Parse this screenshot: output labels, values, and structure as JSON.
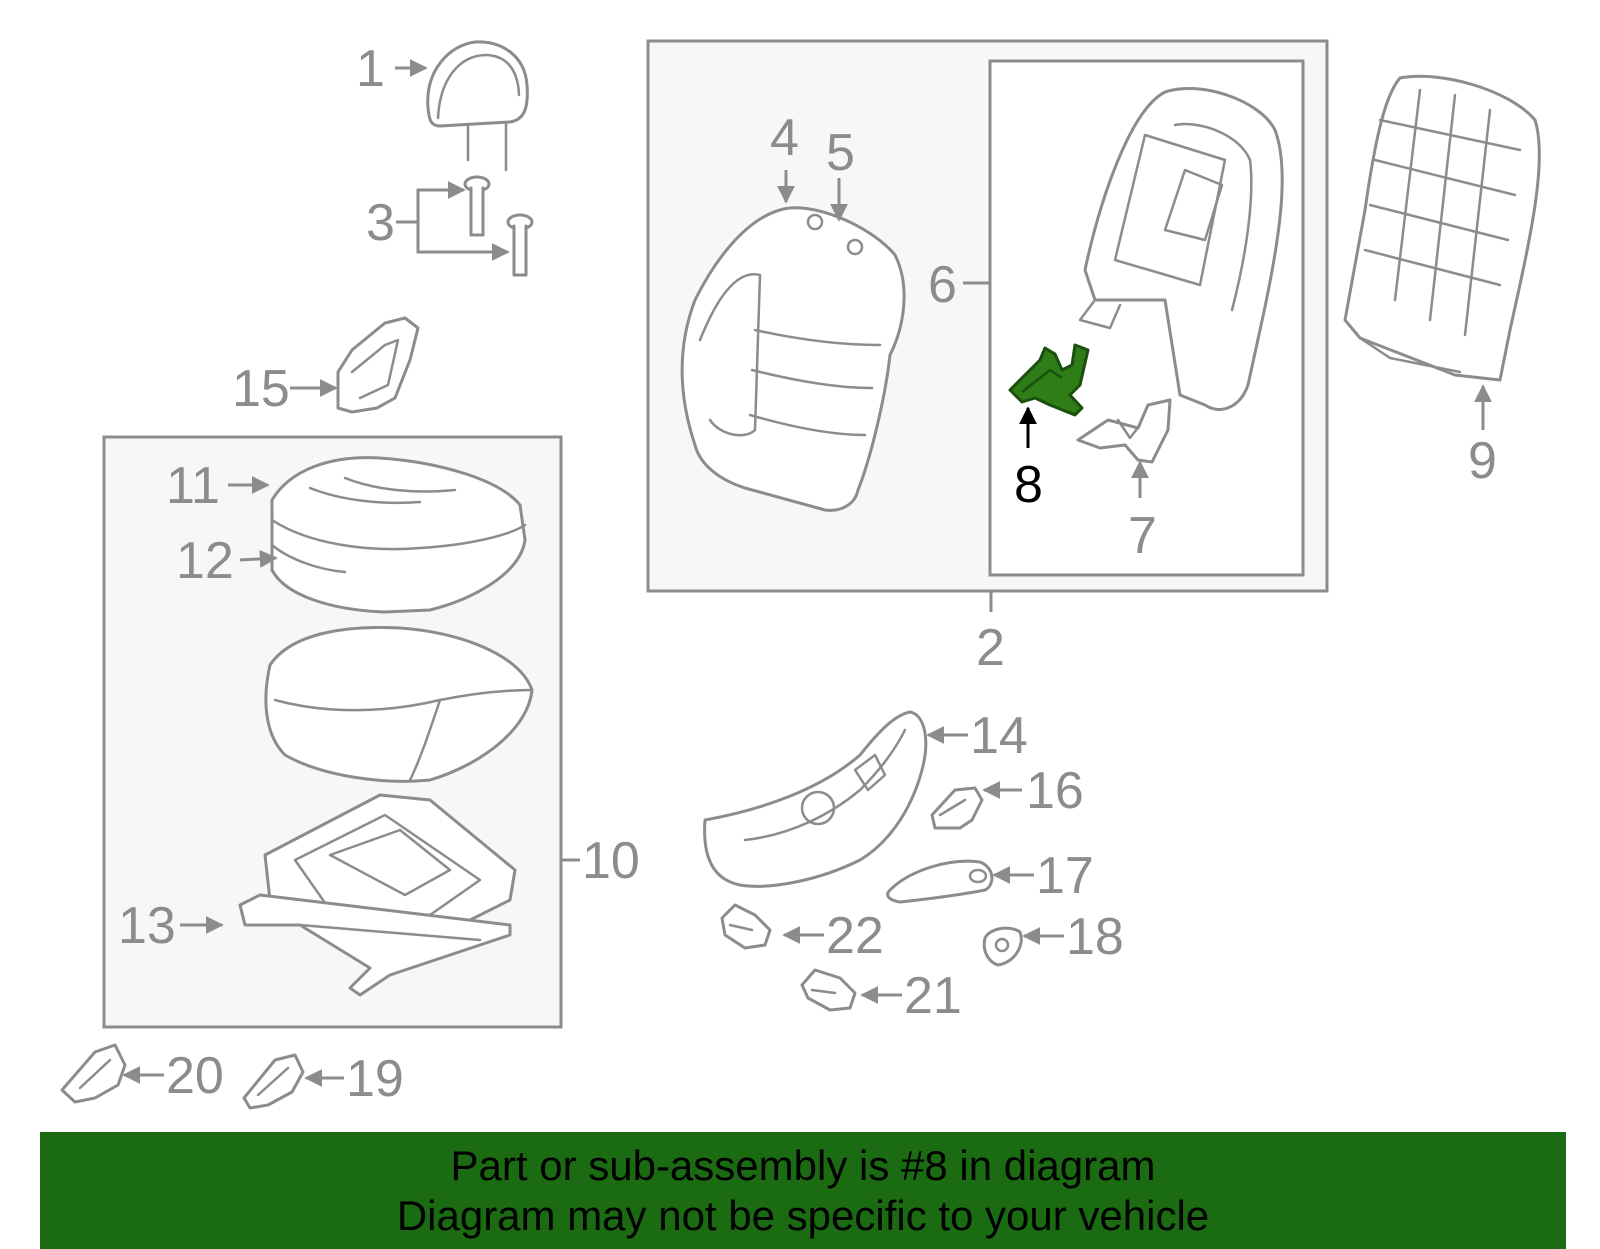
{
  "callouts": {
    "c1": "1",
    "c2": "2",
    "c3": "3",
    "c4": "4",
    "c5": "5",
    "c6": "6",
    "c7": "7",
    "c8": "8",
    "c9": "9",
    "c10": "10",
    "c11": "11",
    "c12": "12",
    "c13": "13",
    "c14": "14",
    "c15": "15",
    "c16": "16",
    "c17": "17",
    "c18": "18",
    "c19": "19",
    "c20": "20",
    "c21": "21",
    "c22": "22"
  },
  "highlighted_part": "8",
  "colors": {
    "highlight": "#2e7d17",
    "banner_background": "#1a6b12",
    "line_art": "#8c8c8c",
    "box_fill": "#f7f7f7"
  },
  "banner": {
    "line1": "Part or sub-assembly is #8 in diagram",
    "line2": "Diagram may not be specific to your vehicle"
  }
}
